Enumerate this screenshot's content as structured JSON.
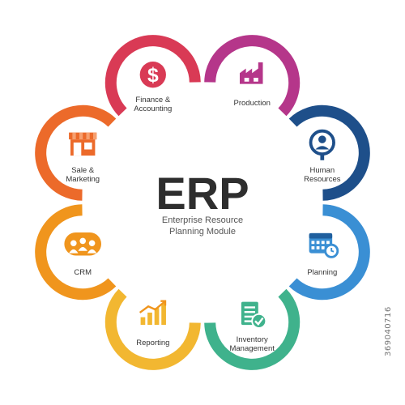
{
  "center": {
    "title": "ERP",
    "subtitle_line1": "Enterprise Resource",
    "subtitle_line2": "Planning Module"
  },
  "modules": [
    {
      "line1": "Production",
      "line2": "",
      "icon": "factory-icon",
      "color": "#b5368a"
    },
    {
      "line1": "Human",
      "line2": "Resources",
      "icon": "person-search-icon",
      "color": "#1e4f8a"
    },
    {
      "line1": "Planning",
      "line2": "",
      "icon": "calendar-clock-icon",
      "color": "#3a8fd4"
    },
    {
      "line1": "Inventory",
      "line2": "Management",
      "icon": "clipboard-check-icon",
      "color": "#3fb28c"
    },
    {
      "line1": "Reporting",
      "line2": "",
      "icon": "bar-chart-icon",
      "color": "#f2b731"
    },
    {
      "line1": "CRM",
      "line2": "",
      "icon": "people-group-icon",
      "color": "#f0951d"
    },
    {
      "line1": "Sale &",
      "line2": "Marketing",
      "icon": "storefront-icon",
      "color": "#ec6a2a"
    },
    {
      "line1": "Finance &",
      "line2": "Accounting",
      "icon": "dollar-coin-icon",
      "color": "#d93a55"
    }
  ],
  "image_code": "369040716"
}
